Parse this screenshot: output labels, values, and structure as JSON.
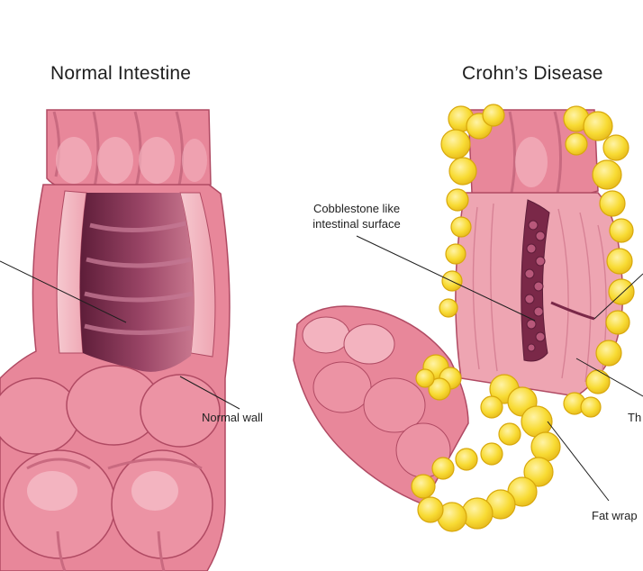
{
  "titles": {
    "left": "Normal Intestine",
    "right": "Crohn’s Disease"
  },
  "labels": {
    "cobblestone_line1": "Cobblestone like",
    "cobblestone_line2": "intestinal surface",
    "normal_wall": "Normal wall",
    "thickened_partial": "Th",
    "fat_wrapping_partial": "Fat wrap"
  },
  "colors": {
    "background": "#ffffff",
    "intestine_pink": "#e8879a",
    "intestine_light": "#f3b3bf",
    "intestine_dark": "#b04a63",
    "lumen_dark": "#7a2848",
    "fat_yellow": "#f7d62a",
    "fat_light": "#fdeb7a",
    "leader_line": "#1e1e1e"
  }
}
